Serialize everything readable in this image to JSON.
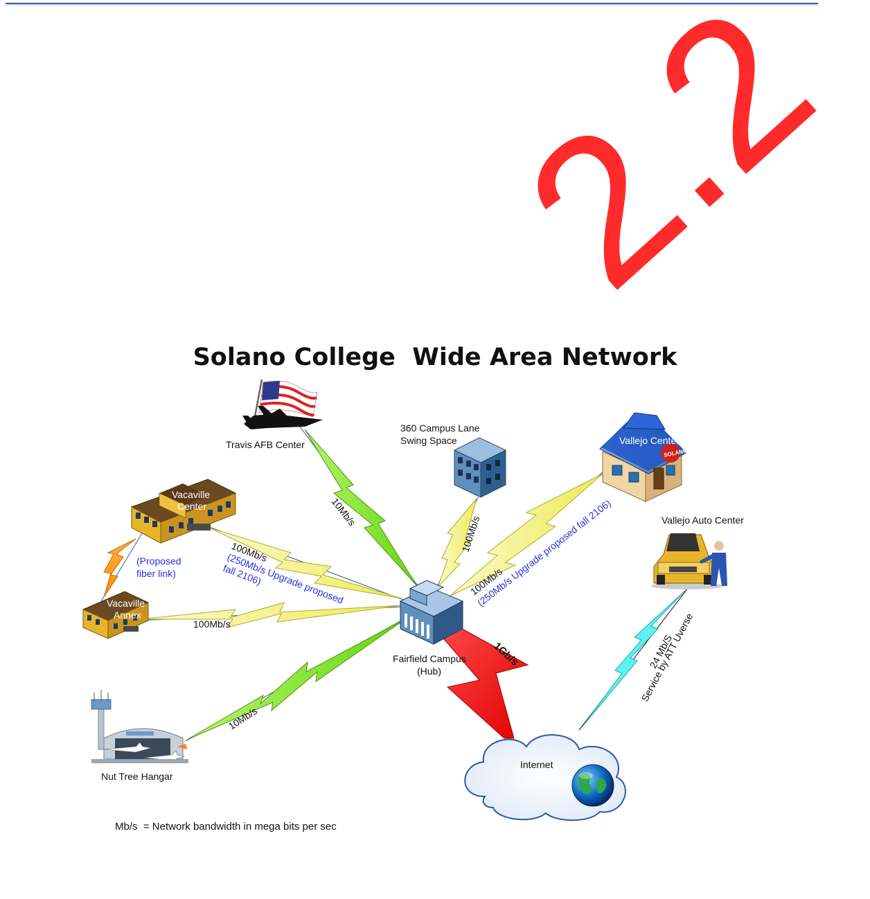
{
  "watermark": "2.2",
  "title": "Solano College  Wide Area Network",
  "legend": "Mb/s  = Network bandwidth in mega bits per sec",
  "nodes": {
    "travis": "Travis AFB Center",
    "swing_line1": "360 Campus Lane",
    "swing_line2": "Swing Space",
    "vallejo": "Vallejo Center",
    "vallejo_sign": "SOLANO",
    "vacaville_line1": "Vacaville",
    "vacaville_line2": "Center",
    "annex_line1": "Vacaville",
    "annex_line2": "Annex",
    "auto": "Vallejo Auto Center",
    "hub_line1": "Fairfield Campus",
    "hub_line2": "(Hub)",
    "hangar": "Nut Tree Hangar",
    "internet": "Internet"
  },
  "links": {
    "travis": "10Mb/s",
    "swing": "100Mb/s",
    "vallejo_line1": "100Mb/s",
    "vallejo_line2": "(250Mb/s Upgrade proposed fall 2106)",
    "vacaville_line1": "100Mb/s",
    "vacaville_line2": "(250Mb/s Upgrade proposed",
    "vacaville_line3": "fall 2106)",
    "annex": "100Mb/s",
    "proposed_line1": "(Proposed",
    "proposed_line2": "fiber  link)",
    "hangar": "10Mb/s",
    "internet": "1Gb/s",
    "auto_line1": "24 Mb/S",
    "auto_line2": "Service by  ATT Uverse"
  },
  "colors": {
    "bolt_green": "#7ee21a",
    "bolt_yellow": "#f2f07a",
    "bolt_orange": "#ff9a1a",
    "bolt_red": "#ff1a1a",
    "bolt_cyan": "#5ef2f2",
    "label_blue": "#2233dd",
    "building_yellow": "#e8b52a",
    "roof_blue": "#1f55c8"
  }
}
